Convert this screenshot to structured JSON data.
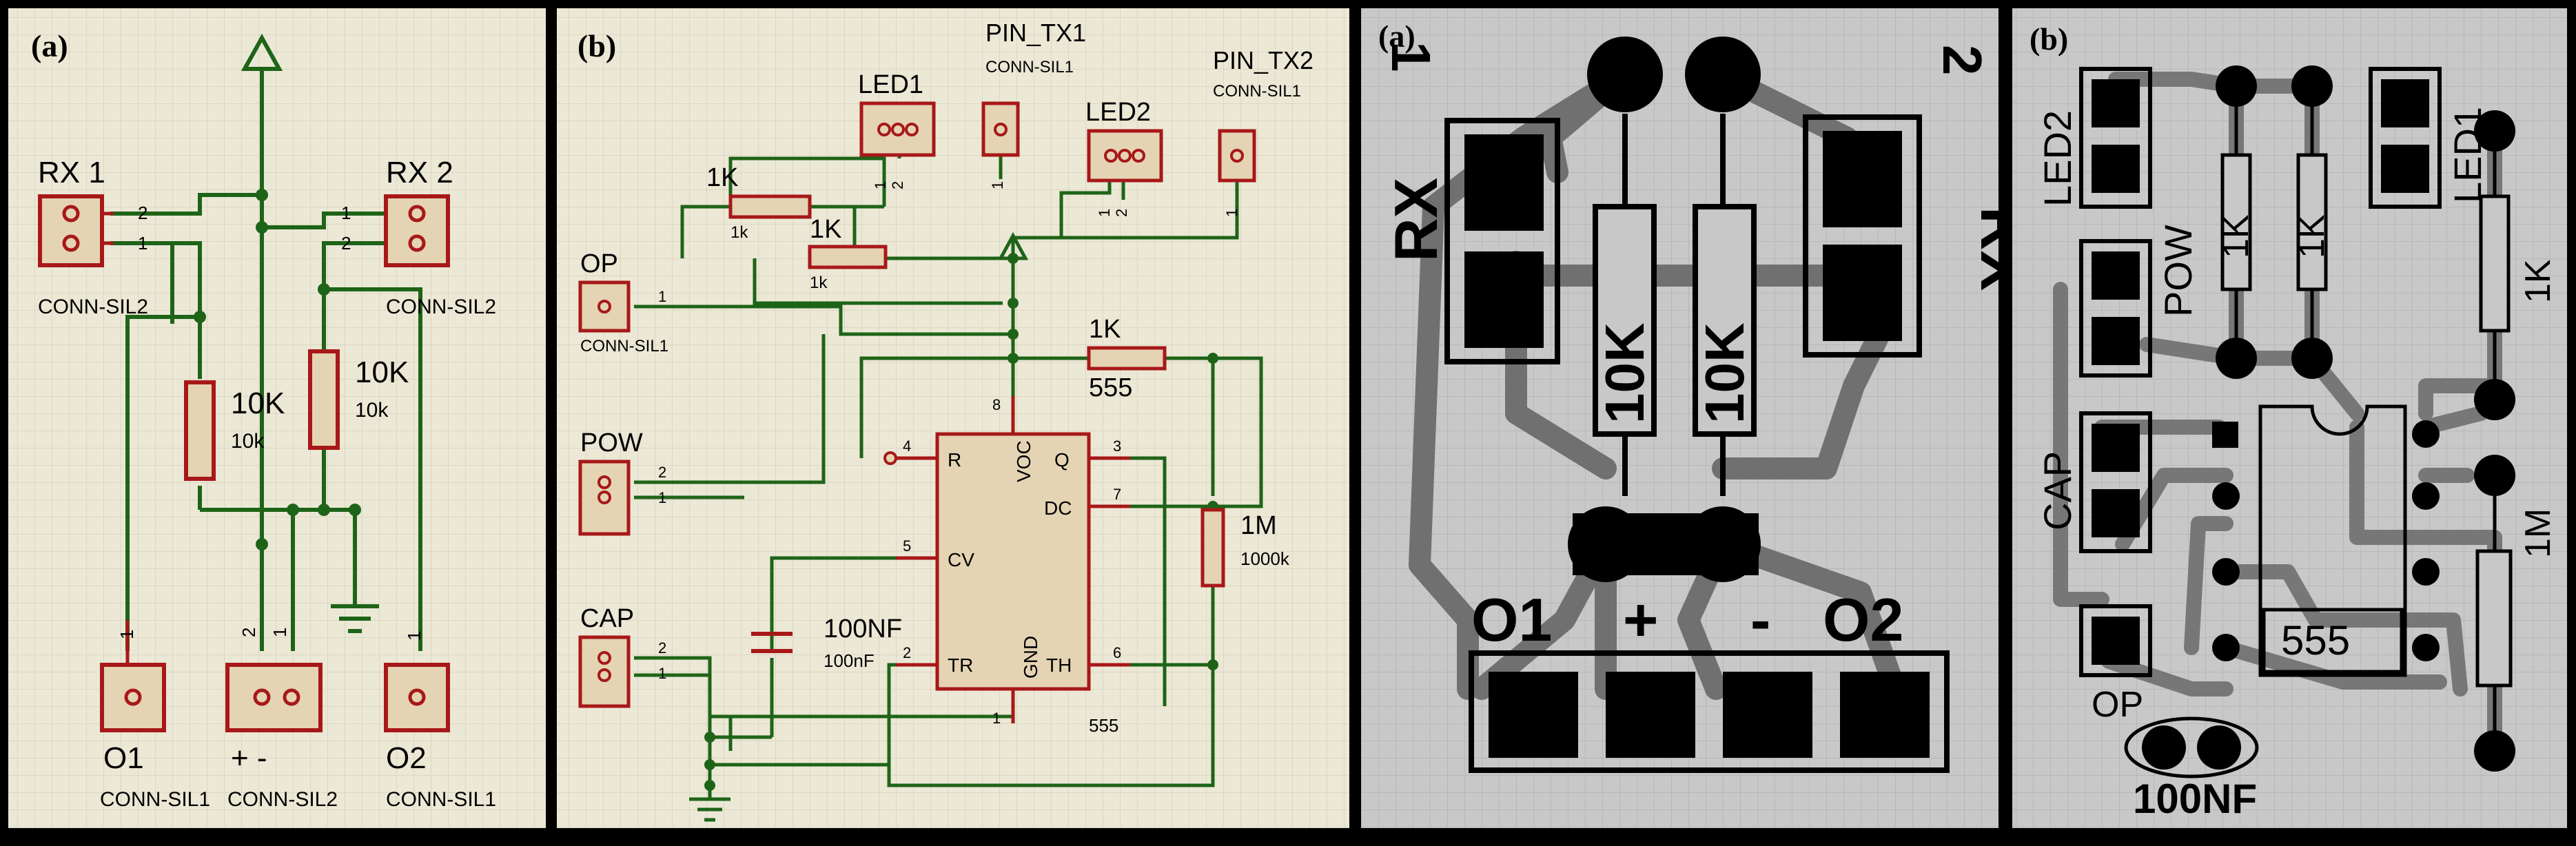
{
  "panels": {
    "a": {
      "tag": "(a)"
    },
    "b": {
      "tag": "(b)"
    },
    "c": {
      "tag": "(a)"
    },
    "d": {
      "tag": "(b)"
    }
  },
  "schematic_a": {
    "rx1": {
      "name": "RX 1",
      "part": "CONN-SIL2",
      "pin_top": "2",
      "pin_bottom": "1"
    },
    "rx2": {
      "name": "RX 2",
      "part": "CONN-SIL2",
      "pin_top": "1",
      "pin_bottom": "2"
    },
    "r1": {
      "value": "10K",
      "sub": "10k"
    },
    "r2": {
      "value": "10K",
      "sub": "10k"
    },
    "o1": {
      "name": "O1",
      "part": "CONN-SIL1",
      "pin": "1"
    },
    "pm": {
      "name": "+ -",
      "part": "CONN-SIL2",
      "pin_left": "2",
      "pin_right": "1"
    },
    "o2": {
      "name": "O2",
      "part": "CONN-SIL1",
      "pin": "1"
    }
  },
  "schematic_b": {
    "pin_tx1": {
      "name": "PIN_TX1",
      "part": "CONN-SIL1",
      "pin": "1"
    },
    "pin_tx2": {
      "name": "PIN_TX2",
      "part": "CONN-SIL1",
      "pin": "1"
    },
    "led1": {
      "name": "LED1",
      "pin_a": "1",
      "pin_b": "2"
    },
    "led2": {
      "name": "LED2",
      "pin_a": "1",
      "pin_b": "2"
    },
    "r_led1": {
      "value": "1K",
      "sub": "1k"
    },
    "r_led2": {
      "value": "1K",
      "sub": "1k"
    },
    "r_top": {
      "value": "1K",
      "sub": "1k",
      "extra": "555"
    },
    "r_1m": {
      "value": "1M",
      "sub": "1000k"
    },
    "op": {
      "name": "OP",
      "part": "CONN-SIL1",
      "pin": "1"
    },
    "pow": {
      "name": "POW",
      "pin_top": "2",
      "pin_bottom": "1"
    },
    "cap": {
      "name": "CAP",
      "pin_top": "2",
      "pin_bottom": "1"
    },
    "cap_100nf": {
      "value": "100NF",
      "sub": "100nF"
    },
    "ic": {
      "label": "555",
      "pins": {
        "r": "R",
        "voc": "VOC",
        "q": "Q",
        "dc": "DC",
        "cv": "CV",
        "tr": "TR",
        "gnd": "GND",
        "th": "TH"
      },
      "pin_numbers": {
        "r": "4",
        "voc": "8",
        "q": "3",
        "dc": "7",
        "cv": "5",
        "tr": "2",
        "gnd": "1",
        "th": "6"
      }
    }
  },
  "pcb_a": {
    "corner_left": "1",
    "corner_right": "2",
    "rx_left": "RX",
    "rx_right": "RX",
    "res_left": "10K",
    "res_right": "10K",
    "bottom_labels": {
      "o1": "O1",
      "plus": "+",
      "minus": "-",
      "o2": "O2"
    }
  },
  "pcb_b": {
    "led2": "LED2",
    "led1": "LED1",
    "pow": "POW",
    "cap": "CAP",
    "op": "OP",
    "r1": "1K",
    "r2": "1K",
    "r3": "1K",
    "r_1m": "1M",
    "ic": "555",
    "cap_100nf": "100NF"
  },
  "colors": {
    "schematic_bg": "#ece8d6",
    "schematic_grid": "#d8d3bd",
    "wire": "#1e6418",
    "component": "#a81818",
    "component_fill": "#e4d4b4",
    "pcb_bg": "#c8c8c8",
    "pcb_grid": "#b4b4b4",
    "trace": "#707070",
    "pad": "#000000"
  }
}
